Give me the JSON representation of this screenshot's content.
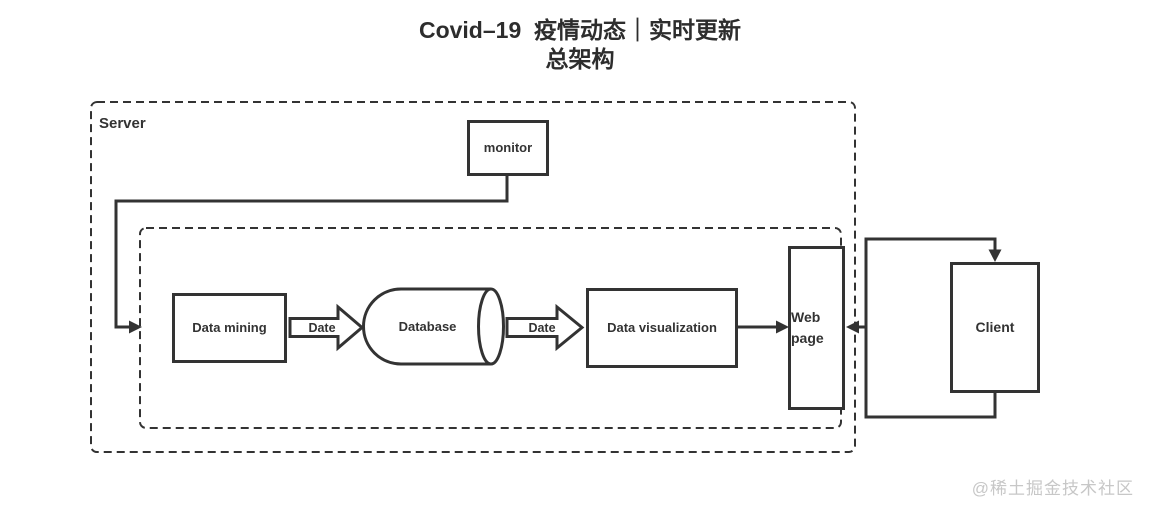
{
  "title": {
    "line1": "Covid–19  疫情动态｜实时更新",
    "line2": "总架构"
  },
  "groups": {
    "server_label": "Server"
  },
  "nodes": {
    "monitor": "monitor",
    "data_mining": "Data mining",
    "database": "Database",
    "data_visualization": "Data visualization",
    "web_page": "Web page",
    "client": "Client"
  },
  "edge_labels": {
    "date_in": "Date",
    "date_out": "Date"
  },
  "watermark": "@稀土掘金技术社区",
  "colors": {
    "stroke": "#333333",
    "background": "#ffffff",
    "watermark": "#c7c7c7"
  }
}
